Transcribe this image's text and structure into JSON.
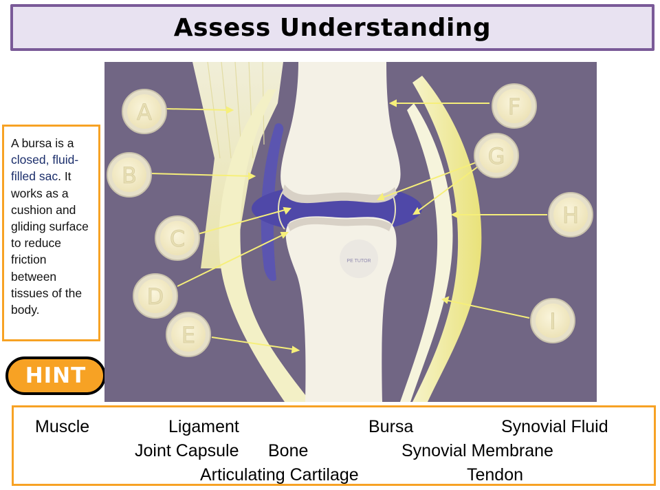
{
  "title": "Assess Understanding",
  "info": {
    "part1": "A bursa is a ",
    "highlight": "closed, fluid-filled sac",
    "part2": ". It works as a cushion and gliding surface to reduce friction between tissues of the body."
  },
  "hint_label": "HINT",
  "diagram": {
    "labels": [
      "A",
      "B",
      "C",
      "D",
      "E",
      "F",
      "G",
      "H",
      "I"
    ],
    "watermark": "PE TUTOR",
    "colors": {
      "background": "#716684",
      "bone": "#f4f1e6",
      "ligament": "#f1efb0",
      "fluid": "#4f48a8",
      "arrow": "#f6ef7a"
    }
  },
  "word_bank": {
    "words": [
      "Muscle",
      "Ligament",
      "Bursa",
      "Synovial Fluid",
      "Joint Capsule",
      "Bone",
      "Synovial Membrane",
      "Articulating Cartilage",
      "Tendon"
    ]
  }
}
